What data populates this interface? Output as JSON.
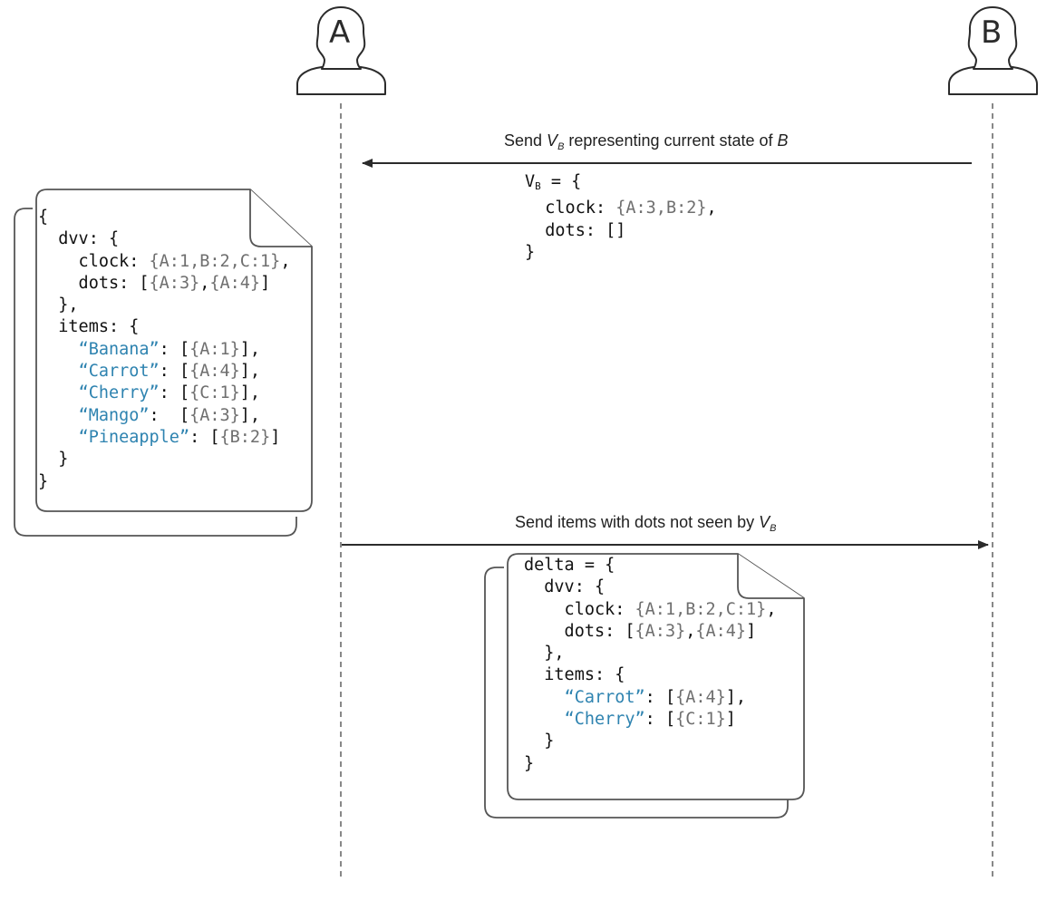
{
  "colors": {
    "stroke": "#2b2b2b",
    "lifeline": "#555555",
    "code_text": "#111111",
    "clock_values": "#6f6f6f",
    "item_keys": "#2e83b0"
  },
  "actors": {
    "a": {
      "label": "A"
    },
    "b": {
      "label": "B"
    }
  },
  "messages": {
    "request": {
      "before": "Send ",
      "var": "V",
      "var_sub": "B",
      "after": " representing current state of ",
      "target": "B"
    },
    "response": {
      "before": "Send items with dots not seen by ",
      "var": "V",
      "var_sub": "B"
    }
  },
  "vb_block": {
    "var": "V",
    "var_sub": "B",
    "assign": " = {",
    "clock_key": "  clock: ",
    "clock_value": "{A:3,B:2}",
    "clock_end": ",",
    "dots_line": "  dots: []",
    "close": "}"
  },
  "a_state_doc": {
    "open": "{",
    "dvv_open": "  dvv: {",
    "clock_key": "    clock: ",
    "clock_value": "{A:1,B:2,C:1}",
    "clock_end": ",",
    "dots_key": "    dots: [",
    "dot_1": "{A:3}",
    "dot_sep": ",",
    "dot_2": "{A:4}",
    "dots_end": "]",
    "dvv_close": "  },",
    "items_open": "  items: {",
    "items": [
      {
        "indent": "    ",
        "key": "“Banana”",
        "sep": ": [",
        "dot": "{A:1}",
        "end": "],"
      },
      {
        "indent": "    ",
        "key": "“Carrot”",
        "sep": ": [",
        "dot": "{A:4}",
        "end": "],"
      },
      {
        "indent": "    ",
        "key": "“Cherry”",
        "sep": ": [",
        "dot": "{C:1}",
        "end": "],"
      },
      {
        "indent": "    ",
        "key": "“Mango”",
        "sep": ":  [",
        "dot": "{A:3}",
        "end": "],"
      },
      {
        "indent": "    ",
        "key": "“Pineapple”",
        "sep": ": [",
        "dot": "{B:2}",
        "end": "]"
      }
    ],
    "items_close": "  }",
    "close": "}"
  },
  "delta_doc": {
    "open": "delta = {",
    "dvv_open": "  dvv: {",
    "clock_key": "    clock: ",
    "clock_value": "{A:1,B:2,C:1}",
    "clock_end": ",",
    "dots_key": "    dots: [",
    "dot_1": "{A:3}",
    "dot_sep": ",",
    "dot_2": "{A:4}",
    "dots_end": "]",
    "dvv_close": "  },",
    "items_open": "  items: {",
    "items": [
      {
        "indent": "    ",
        "key": "“Carrot”",
        "sep": ": [",
        "dot": "{A:4}",
        "end": "],"
      },
      {
        "indent": "    ",
        "key": "“Cherry”",
        "sep": ": [",
        "dot": "{C:1}",
        "end": "]"
      }
    ],
    "items_close": "  }",
    "close": "}"
  }
}
